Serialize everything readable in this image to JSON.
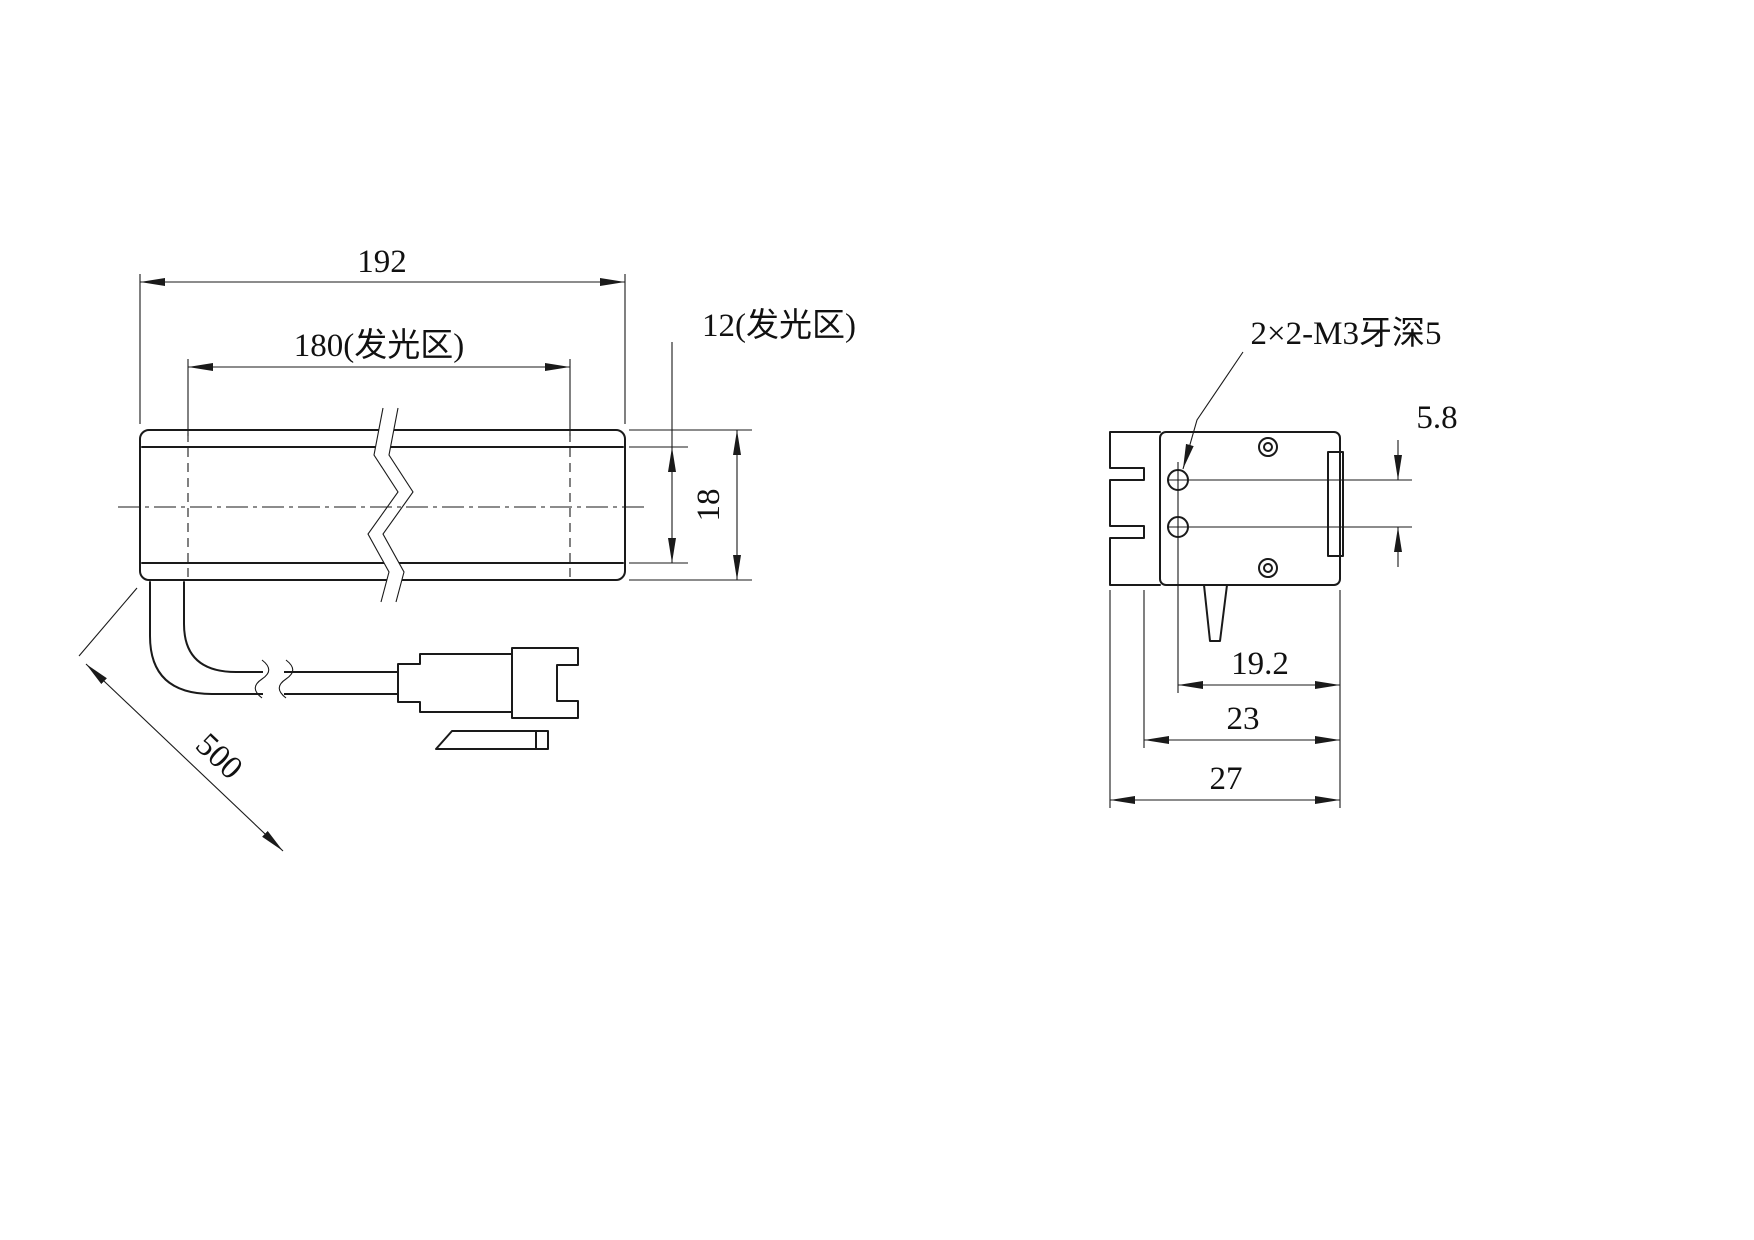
{
  "front_view": {
    "dims": {
      "total_length": "192",
      "emitting_length": "180(发光区)",
      "emitting_width": "12(发光区)",
      "height": "18",
      "cable_length": "500"
    }
  },
  "side_view": {
    "thread_note": "2×2-M3牙深5",
    "dims": {
      "hole_spacing": "5.8",
      "hole_to_edge": "19.2",
      "width_inner": "23",
      "width_overall": "27"
    }
  }
}
